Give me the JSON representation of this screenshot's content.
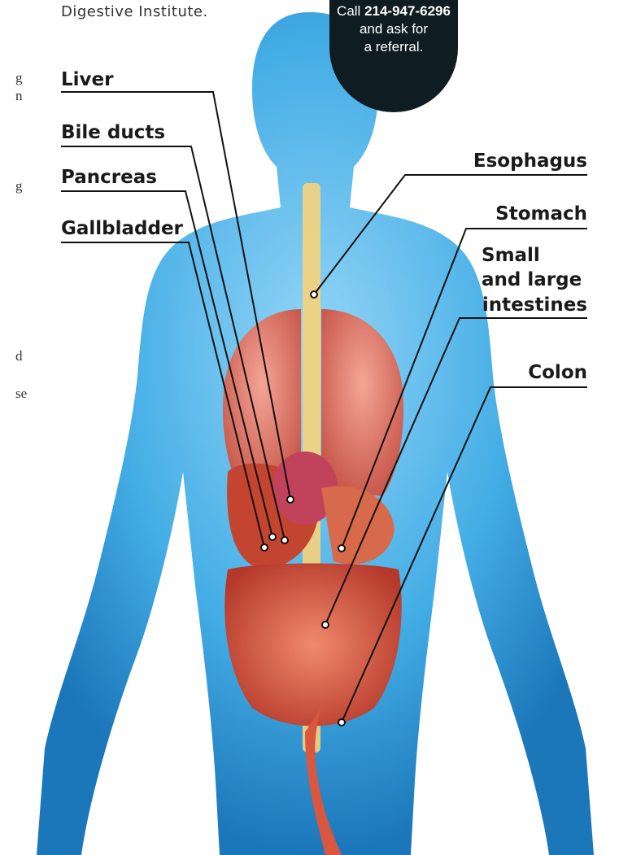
{
  "intro_text": "Digestive Institute.",
  "callout": {
    "prefix": "Call ",
    "phone": "214-947-6296",
    "line2": "and ask for",
    "line3": "a referral."
  },
  "labels_left": [
    "Liver",
    "Bile ducts",
    "Pancreas",
    "Gallbladder"
  ],
  "labels_right": [
    "Esophagus",
    "Stomach",
    "Small",
    "and large",
    "intestines",
    "Colon"
  ],
  "edge_fragments": [
    "g",
    "n",
    "g",
    "d",
    "se"
  ],
  "colors": {
    "skin": "#3aa9e4",
    "skin_dark": "#0f6fb6",
    "organ": "#d9573f",
    "lung": "#e5766a",
    "spine": "#f6d37a",
    "callout_bg": "#0f1c22"
  }
}
